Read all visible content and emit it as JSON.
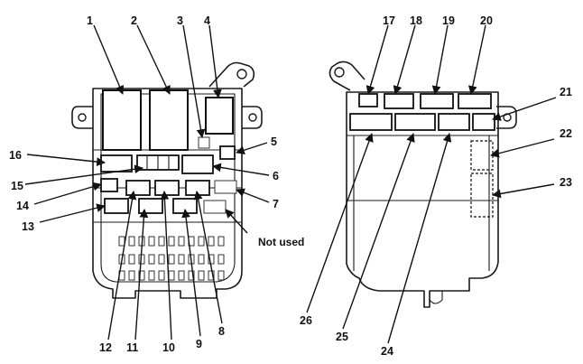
{
  "diagram": {
    "left_panel": {
      "callouts": [
        "1",
        "2",
        "3",
        "4",
        "5",
        "6",
        "7",
        "8",
        "9",
        "10",
        "11",
        "12",
        "13",
        "14",
        "15",
        "16"
      ],
      "note": "Not used"
    },
    "right_panel": {
      "callouts": [
        "17",
        "18",
        "19",
        "20",
        "21",
        "22",
        "23",
        "24",
        "25",
        "26"
      ]
    }
  }
}
